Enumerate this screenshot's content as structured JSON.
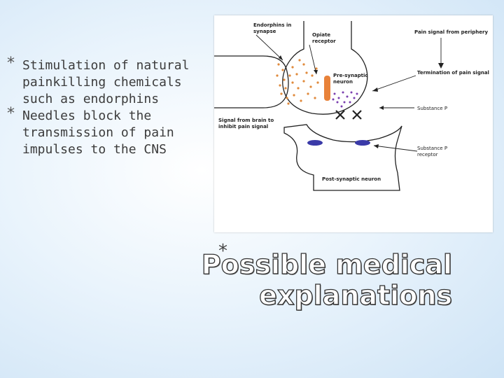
{
  "bullets": [
    {
      "star": "*",
      "text": "Stimulation of natural painkilling chemicals such as endorphins"
    },
    {
      "star": "*",
      "text": "Needles block the transmission of pain impulses to the CNS"
    }
  ],
  "title": {
    "star": "*",
    "line1": "Possible medical",
    "line2": "explanations"
  },
  "diagram": {
    "labels": {
      "endorphins": [
        "Endorphins in",
        "synapse"
      ],
      "opiate": [
        "Opiate",
        "receptor"
      ],
      "pain_signal": "Pain signal from periphery",
      "presynaptic": [
        "Pre-synaptic",
        "neuron"
      ],
      "termination": "Termination of pain signal",
      "substance_p": "Substance P",
      "signal_brain": [
        "Signal from brain to",
        "inhibit pain signal"
      ],
      "substance_p_receptor": [
        "Substance P",
        "receptor"
      ],
      "postsynaptic": "Post-synaptic neuron"
    },
    "colors": {
      "endorphin_dots": "#e08a3c",
      "opiate_receptor": "#e8823a",
      "substance_p_dots": "#7a3fb0",
      "sp_receptor": "#3a3aa8"
    }
  }
}
